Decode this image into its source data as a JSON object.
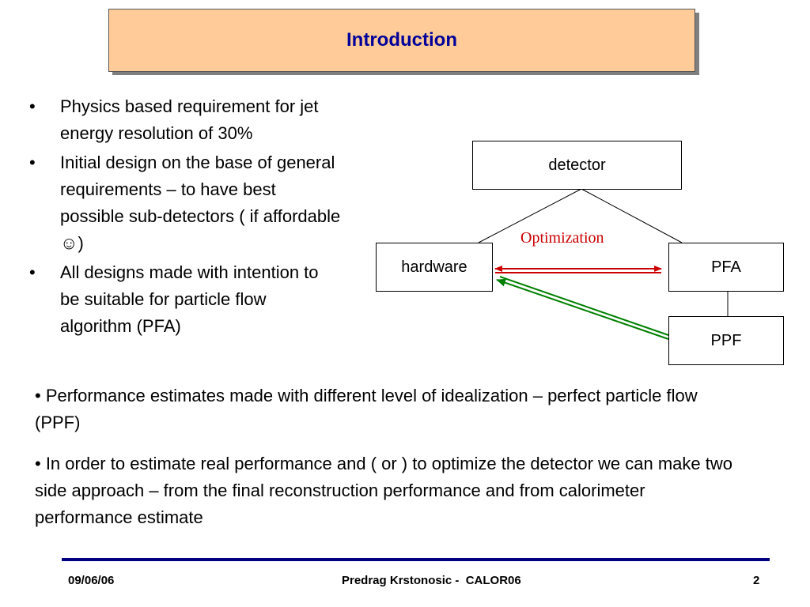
{
  "slide": {
    "title": "Introduction",
    "title_bg_color": "#ffcc99",
    "title_text_color": "#000099"
  },
  "left_bullets": [
    "Physics based requirement for jet energy resolution of 30%",
    "Initial design on the base of general requirements – to have best possible sub-detectors ( if affordable ☺)",
    "All designs made with intention to be suitable for particle flow algorithm (PFA)"
  ],
  "bullet_glyph": "•",
  "paragraphs": [
    "•  Performance estimates made with different level of idealization – perfect particle flow (PPF)",
    "• In order to estimate real performance and ( or ) to optimize the detector we can make two side approach – from the final reconstruction performance and from calorimeter performance estimate"
  ],
  "diagram": {
    "nodes": {
      "detector": "detector",
      "hardware": "hardware",
      "pfa": "PFA",
      "ppf": "PPF"
    },
    "optimization_label": "Optimization",
    "arrow_colors": {
      "optimization": "#cc0000",
      "ppf_to_hardware": "#008000"
    }
  },
  "footer": {
    "date": "09/06/06",
    "author": "Predrag Krstonosic -  CALOR06",
    "page": "2",
    "line_color": "#000080"
  }
}
